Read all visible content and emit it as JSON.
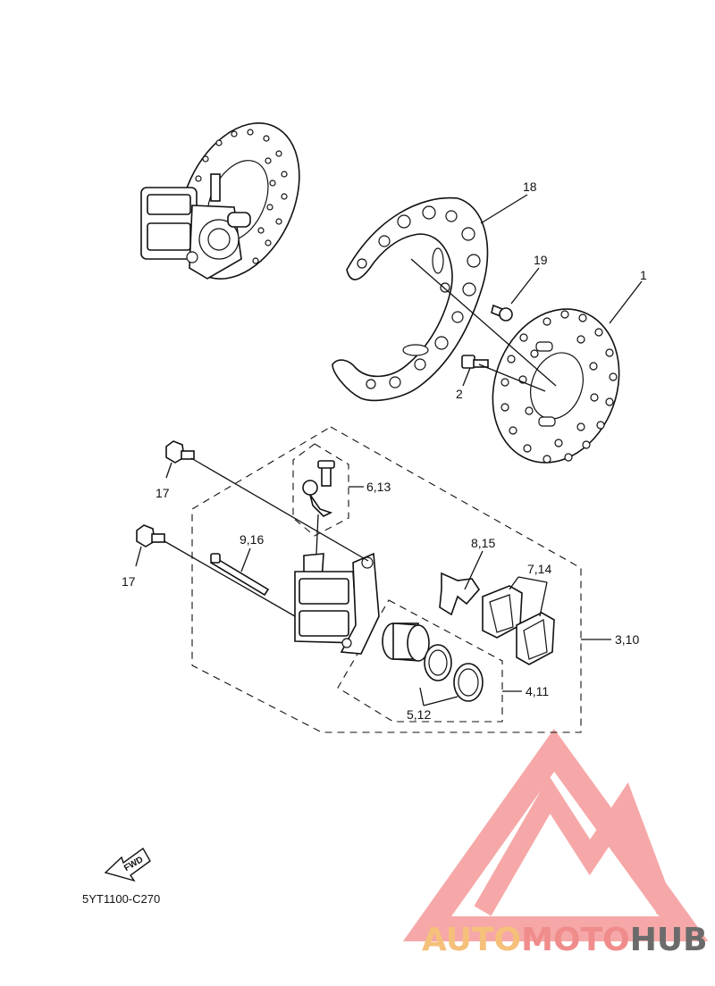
{
  "labels": {
    "p1": "1",
    "p2": "2",
    "p18": "18",
    "p19": "19",
    "p17a": "17",
    "p17b": "17",
    "p6_13": "6,13",
    "p9_16": "9,16",
    "p8_15": "8,15",
    "p7_14": "7,14",
    "p3_10": "3,10",
    "p4_11": "4,11",
    "p5_12": "5,12"
  },
  "direction_tag": "FWD",
  "diagram_code": "5YT1100-C270",
  "watermark": {
    "part1": "AUTO",
    "part2": "MOTO",
    "part3": "HUB",
    "colors": {
      "auto": "#f5c07a",
      "moto": "#f08c8c",
      "hub": "#6b6b6b",
      "logo": "#f59a9a"
    }
  }
}
